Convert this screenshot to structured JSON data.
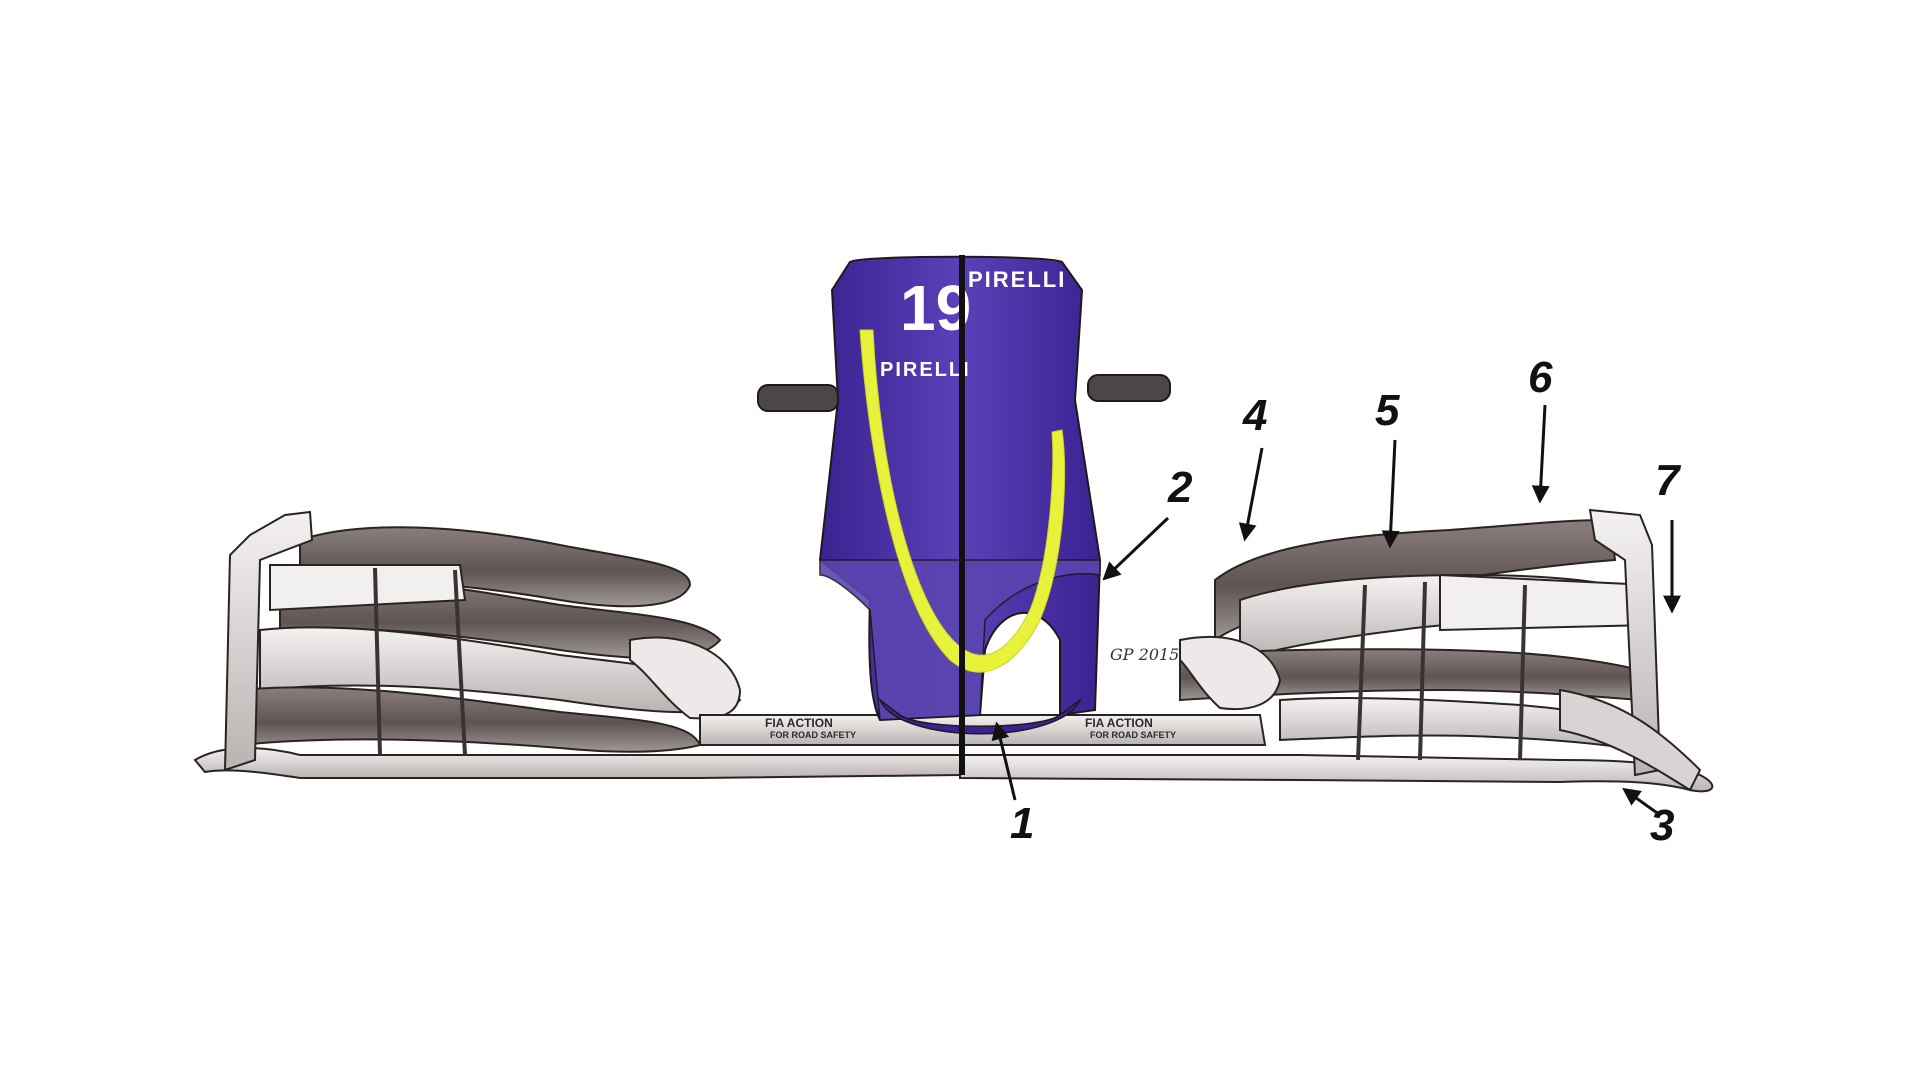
{
  "car_number": "19",
  "nose_sponsor_top": "PIRELLI",
  "nose_sponsor_mid": "PIRELLI",
  "wing_sponsor_left": "FIA ACTION",
  "wing_sponsor_left_sub": "FOR ROAD SAFETY",
  "wing_sponsor_right": "FIA ACTION",
  "wing_sponsor_right_sub": "FOR ROAD SAFETY",
  "artist_signature": "GP 2015",
  "callouts": [
    {
      "id": "1",
      "label": "1"
    },
    {
      "id": "2",
      "label": "2"
    },
    {
      "id": "3",
      "label": "3"
    },
    {
      "id": "4",
      "label": "4"
    },
    {
      "id": "5",
      "label": "5"
    },
    {
      "id": "6",
      "label": "6"
    },
    {
      "id": "7",
      "label": "7"
    }
  ],
  "colors": {
    "nose_blue": "#4b2fa6",
    "nose_blue_light": "#6d58c4",
    "stripe_yellow": "#e8f03a",
    "carbon": "#6e6462",
    "carbon_dark": "#4a403e",
    "wing_light": "#e6e3e2",
    "divider": "#111111"
  }
}
